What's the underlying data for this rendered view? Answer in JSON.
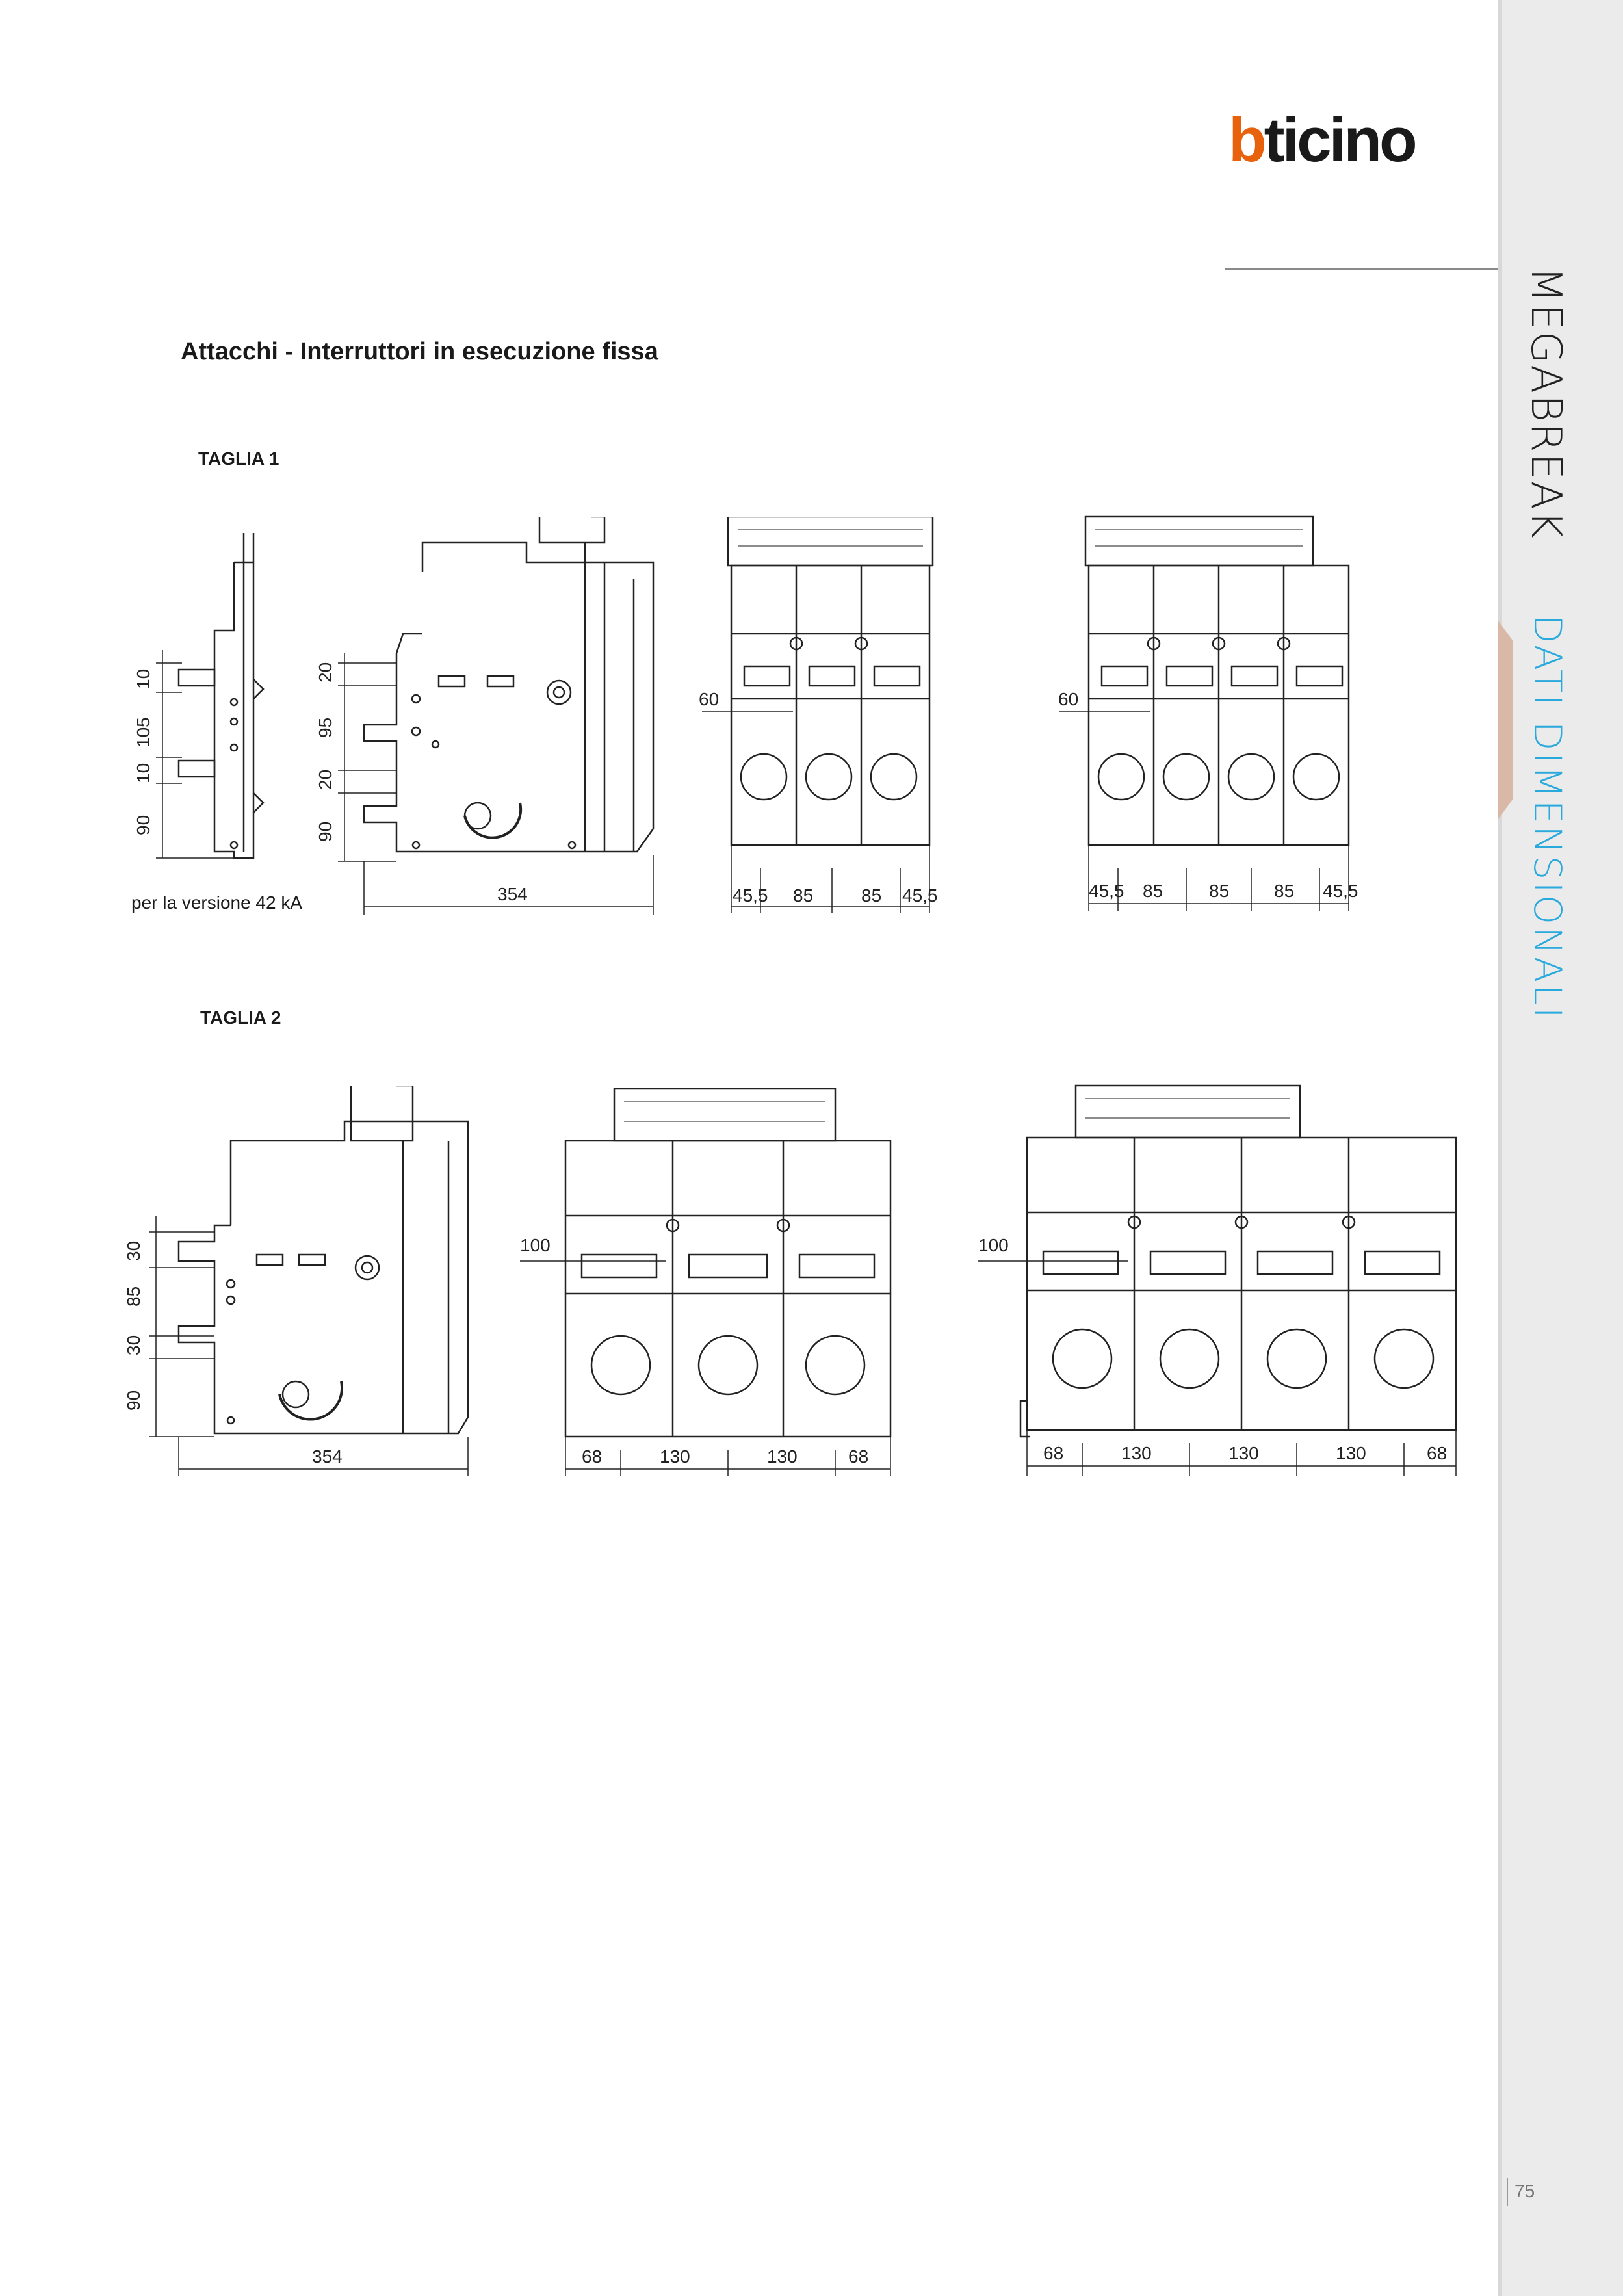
{
  "brand": {
    "logo_text": "bticino",
    "accent_color": "#e8620e",
    "text_color": "#1a1a1a"
  },
  "sidebar": {
    "product": "MEGABREAK",
    "section": "DATI DIMENSIONALI",
    "section_color": "#29a9dc"
  },
  "page": {
    "title": "Attacchi - Interruttori in esecuzione fissa",
    "number": "75"
  },
  "taglia1": {
    "label": "TAGLIA 1",
    "note": "per la versione 42 kA",
    "side_small_dims": [
      "10",
      "105",
      "10",
      "90"
    ],
    "side_dims": [
      "20",
      "95",
      "20",
      "90"
    ],
    "depth": "354",
    "front3": {
      "offset": "60",
      "widths": [
        "45,5",
        "85",
        "85",
        "45,5"
      ]
    },
    "front4": {
      "offset": "60",
      "widths": [
        "45,5",
        "85",
        "85",
        "85",
        "45,5"
      ]
    }
  },
  "taglia2": {
    "label": "TAGLIA 2",
    "side_dims": [
      "30",
      "85",
      "30",
      "90"
    ],
    "depth": "354",
    "front3": {
      "offset": "100",
      "widths": [
        "68",
        "130",
        "130",
        "68"
      ]
    },
    "front4": {
      "offset": "100",
      "widths": [
        "68",
        "130",
        "130",
        "130",
        "68"
      ]
    }
  }
}
